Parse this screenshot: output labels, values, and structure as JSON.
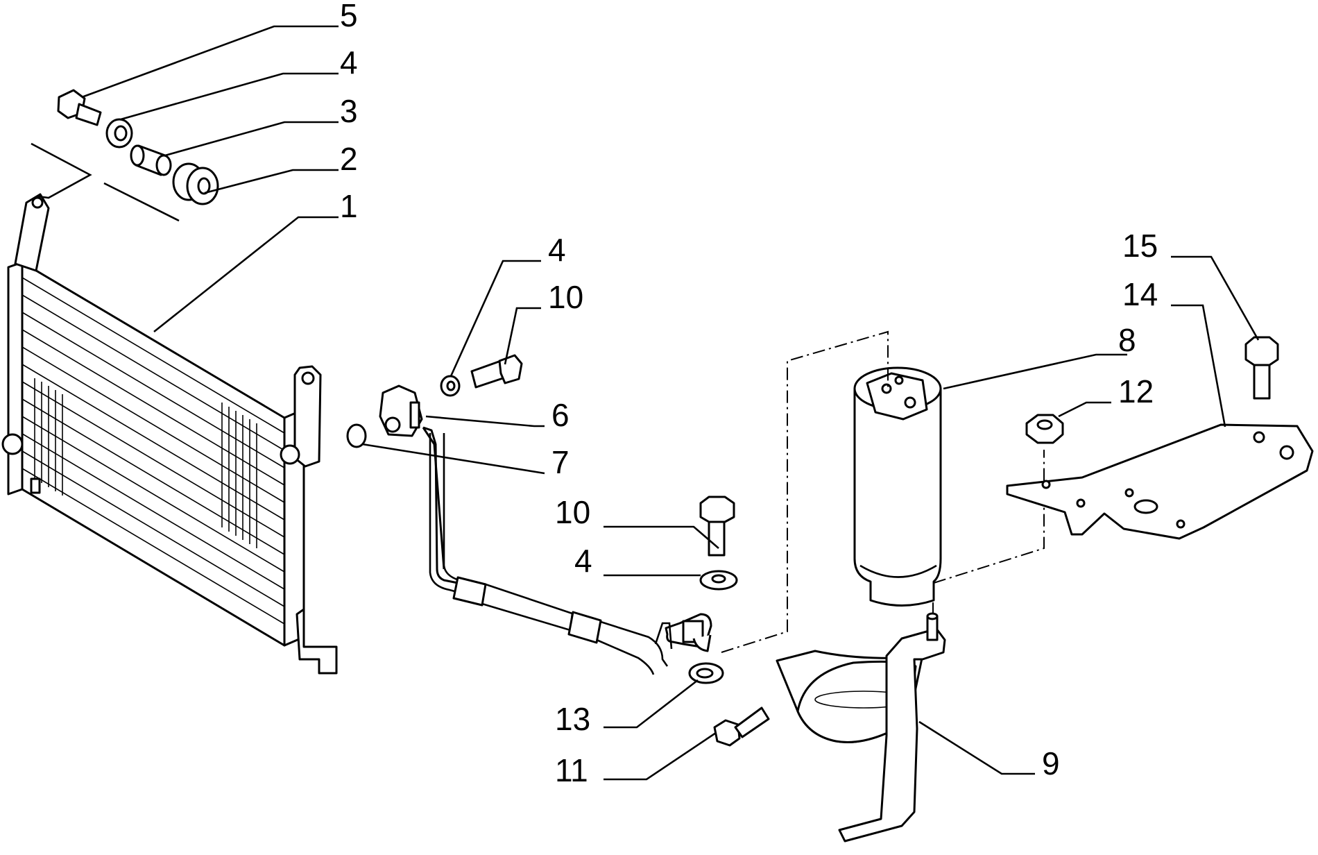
{
  "callouts": [
    "5",
    "4",
    "3",
    "2",
    "1",
    "4",
    "10",
    "6",
    "7",
    "10",
    "4",
    "13",
    "11",
    "8",
    "9",
    "15",
    "14",
    "12"
  ]
}
